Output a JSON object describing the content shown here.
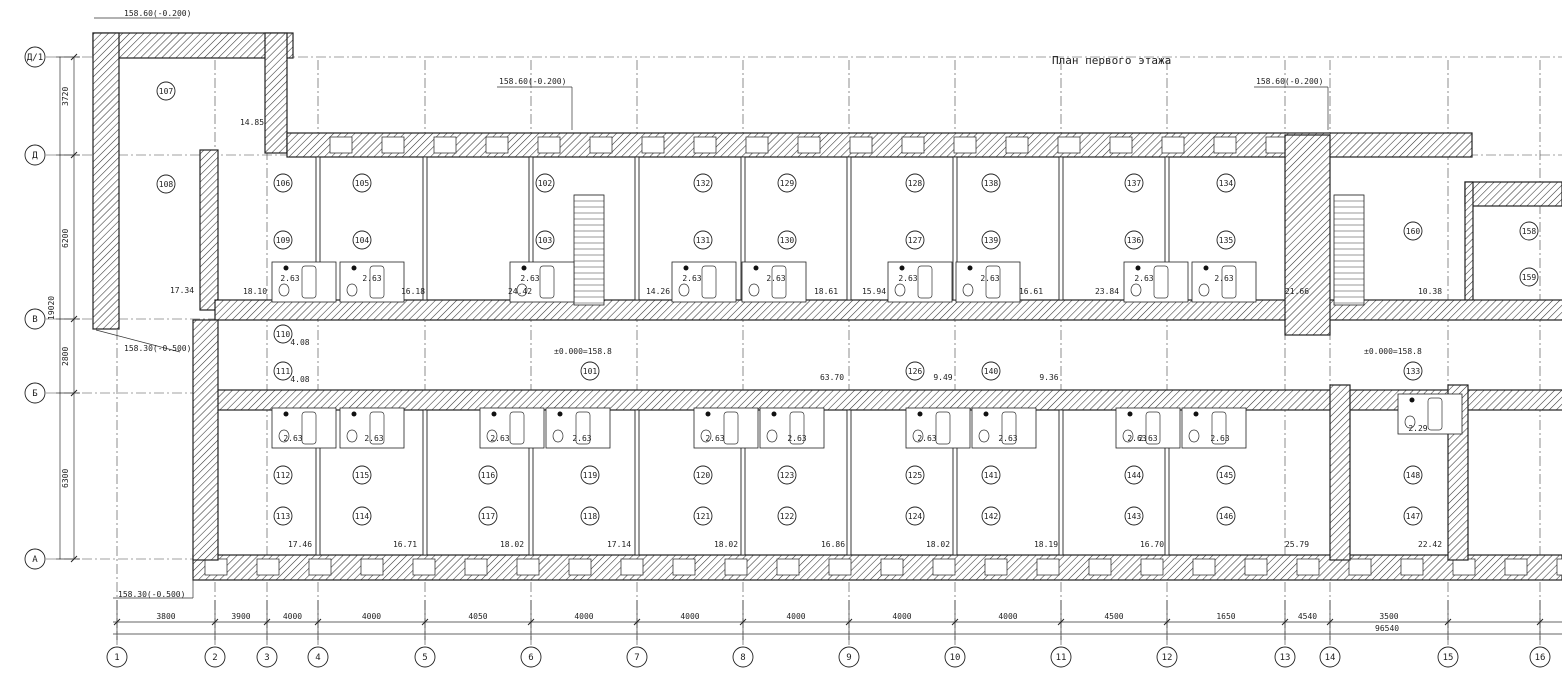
{
  "title": "План первого этажа",
  "col_axes": [
    "1",
    "2",
    "3",
    "4",
    "5",
    "6",
    "7",
    "8",
    "9",
    "10",
    "11",
    "12",
    "13",
    "14",
    "15",
    "16"
  ],
  "row_axes": [
    "Д/1",
    "Д",
    "В",
    "Б",
    "А"
  ],
  "row_dims": [
    {
      "label": "3720"
    },
    {
      "label": "6200"
    },
    {
      "label": "2800"
    },
    {
      "label": "6300"
    }
  ],
  "row_total": "19020",
  "col_dims": [
    "3800",
    "3900",
    "4000",
    "4000",
    "4050",
    "4000",
    "4000",
    "4000",
    "4000",
    "4000",
    "4500",
    "1650",
    "4540",
    "3500"
  ],
  "total_length": "96540",
  "elevations": [
    {
      "text": "158.60(-0.200)"
    },
    {
      "text": "158.60(-0.200)"
    },
    {
      "text": "158.60(-0.200)"
    },
    {
      "text": "158.30(-0.500)"
    },
    {
      "text": "158.30(-0.500)"
    }
  ],
  "corridor_levels": [
    "±0.000=158.8",
    "±0.000=158.8"
  ],
  "rooms": [
    {
      "num": "107"
    },
    {
      "num": "108"
    },
    {
      "num": "106"
    },
    {
      "num": "105"
    },
    {
      "num": "102"
    },
    {
      "num": "132"
    },
    {
      "num": "129"
    },
    {
      "num": "128"
    },
    {
      "num": "138"
    },
    {
      "num": "137"
    },
    {
      "num": "134"
    },
    {
      "num": "160"
    },
    {
      "num": "158"
    },
    {
      "num": "159"
    },
    {
      "num": "109"
    },
    {
      "num": "104"
    },
    {
      "num": "103"
    },
    {
      "num": "131"
    },
    {
      "num": "130"
    },
    {
      "num": "127"
    },
    {
      "num": "139"
    },
    {
      "num": "136"
    },
    {
      "num": "135"
    },
    {
      "num": "110"
    },
    {
      "num": "111"
    },
    {
      "num": "101"
    },
    {
      "num": "126"
    },
    {
      "num": "140"
    },
    {
      "num": "133"
    },
    {
      "num": "112"
    },
    {
      "num": "115"
    },
    {
      "num": "116"
    },
    {
      "num": "119"
    },
    {
      "num": "120"
    },
    {
      "num": "123"
    },
    {
      "num": "125"
    },
    {
      "num": "141"
    },
    {
      "num": "144"
    },
    {
      "num": "145"
    },
    {
      "num": "148"
    },
    {
      "num": "113"
    },
    {
      "num": "114"
    },
    {
      "num": "117"
    },
    {
      "num": "118"
    },
    {
      "num": "121"
    },
    {
      "num": "122"
    },
    {
      "num": "124"
    },
    {
      "num": "142"
    },
    {
      "num": "143"
    },
    {
      "num": "146"
    },
    {
      "num": "147"
    }
  ],
  "areas": [
    {
      "value": "14.85"
    },
    {
      "value": "17.34"
    },
    {
      "value": "18.10"
    },
    {
      "value": "16.18"
    },
    {
      "value": "24.42"
    },
    {
      "value": "14.26"
    },
    {
      "value": "18.61"
    },
    {
      "value": "15.94"
    },
    {
      "value": "16.61"
    },
    {
      "value": "23.84"
    },
    {
      "value": "21.66"
    },
    {
      "value": "10.38"
    },
    {
      "value": "4.08"
    },
    {
      "value": "4.08"
    },
    {
      "value": "63.70"
    },
    {
      "value": "9.49"
    },
    {
      "value": "9.36"
    },
    {
      "value": "17.46"
    },
    {
      "value": "16.71"
    },
    {
      "value": "18.02"
    },
    {
      "value": "17.14"
    },
    {
      "value": "18.02"
    },
    {
      "value": "16.86"
    },
    {
      "value": "18.02"
    },
    {
      "value": "18.19"
    },
    {
      "value": "16.70"
    },
    {
      "value": "25.79"
    },
    {
      "value": "22.42"
    },
    {
      "value": "2.63"
    },
    {
      "value": "2.63"
    },
    {
      "value": "2.63"
    },
    {
      "value": "2.63"
    },
    {
      "value": "2.63"
    },
    {
      "value": "2.63"
    },
    {
      "value": "2.63"
    },
    {
      "value": "2.63"
    },
    {
      "value": "2.63"
    },
    {
      "value": "2.63"
    },
    {
      "value": "2.63"
    },
    {
      "value": "2.63"
    },
    {
      "value": "2.63"
    },
    {
      "value": "2.63"
    },
    {
      "value": "2.63"
    },
    {
      "value": "2.63"
    },
    {
      "value": "2.63"
    },
    {
      "value": "2.63"
    },
    {
      "value": "2.63"
    },
    {
      "value": "2.63"
    },
    {
      "value": "2.29"
    }
  ]
}
